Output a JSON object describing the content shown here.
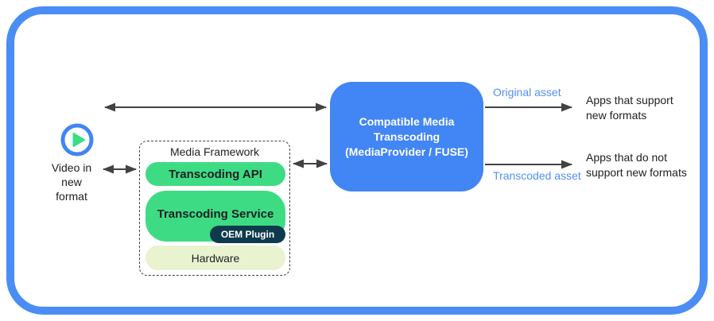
{
  "colors": {
    "frame_blue": "#4a8df5",
    "box_blue": "#4285f4",
    "label_blue": "#548ff7",
    "green": "#3ddc84",
    "navy": "#0e3a4d",
    "cream": "#e9f3d0",
    "arrow": "#424242",
    "text": "#202124"
  },
  "source": {
    "icon": "play-icon",
    "label": "Video in\nnew\nformat"
  },
  "media_framework": {
    "title": "Media Framework",
    "api_label": "Transcoding API",
    "service_label": "Transcoding Service",
    "oem_label": "OEM Plugin",
    "hardware_label": "Hardware"
  },
  "transcoder": {
    "title": "Compatible Media\nTranscoding\n(MediaProvider / FUSE)"
  },
  "outputs": {
    "original_label": "Original asset",
    "original_target": "Apps that support\nnew formats",
    "transcoded_label": "Transcoded asset",
    "transcoded_target": "Apps that do not\nsupport new formats"
  }
}
